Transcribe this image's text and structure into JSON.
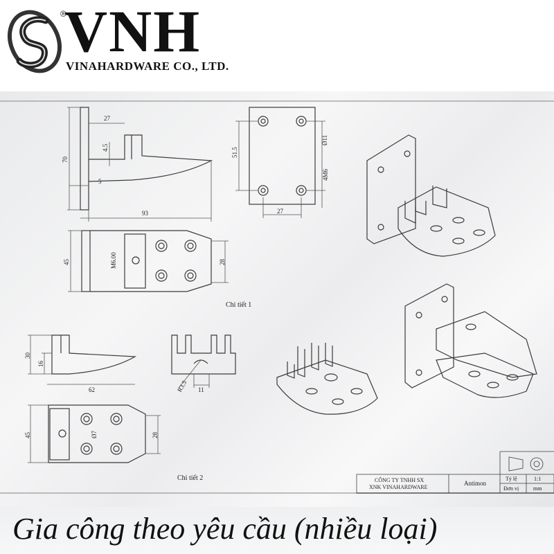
{
  "header": {
    "brand": "VNH",
    "registered": "®",
    "company": "VINAHARDWARE CO., LTD."
  },
  "drawing": {
    "dims_side": [
      "27",
      "70",
      "4.5",
      "5",
      "93"
    ],
    "dims_plate": [
      "51.5",
      "Ø11",
      "4M6",
      "27"
    ],
    "dims_top": [
      "45",
      "M6.00",
      "28"
    ],
    "detail1": "Chi tiết 1",
    "dims_side2": [
      "30",
      "16",
      "62"
    ],
    "dims_front2": [
      "R3.5",
      "11"
    ],
    "dims_top2": [
      "45",
      "Ø7",
      "28"
    ],
    "detail2": "Chi tiết 2"
  },
  "title_block": {
    "company_line1": "CÔNG TY TNHH SX",
    "company_line2": "XNK VINAHARDWARE",
    "material": "Antimon",
    "scale_label": "Tỷ lệ",
    "scale_value": "1:1",
    "unit_label": "Đơn vị",
    "unit_value": "mm"
  },
  "caption": "Gia công theo yêu cầu (nhiều loại)",
  "colors": {
    "line": "#3a3a3a",
    "dim": "#555555"
  }
}
